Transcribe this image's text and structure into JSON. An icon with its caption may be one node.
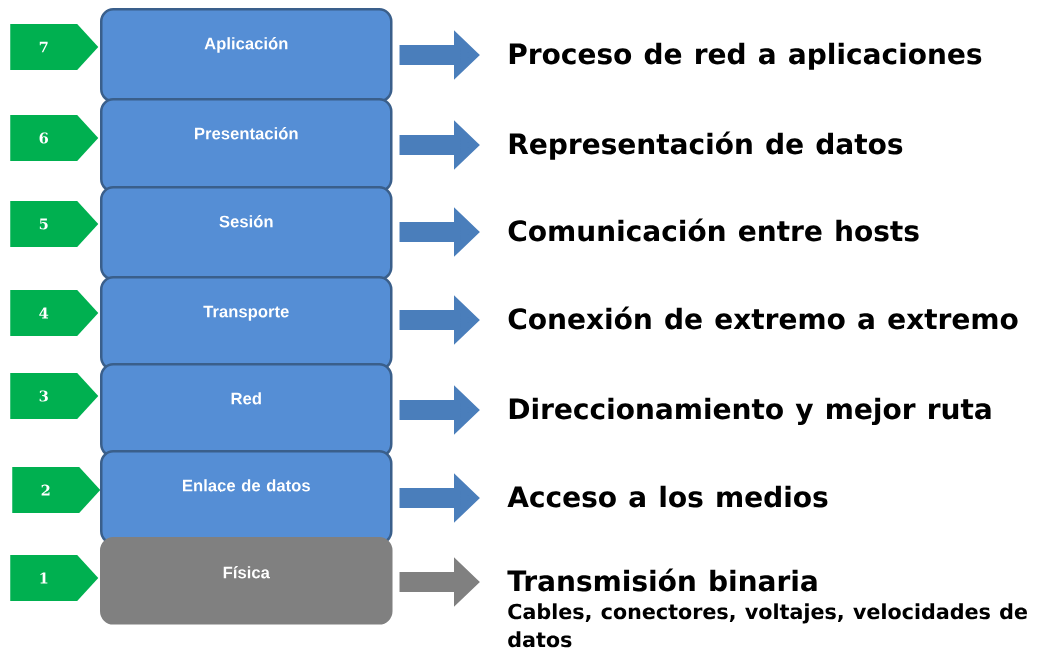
{
  "diagram": {
    "nodes": [
      {
        "text": [
          "7"
        ]
      },
      {
        "text": [
          "Aplicación"
        ]
      },
      {
        "text": [
          "Proceso de red a aplicaciones"
        ]
      },
      {
        "text": [
          "6"
        ]
      },
      {
        "text": [
          "Presentación"
        ]
      },
      {
        "text": [
          "Representación de datos"
        ]
      },
      {
        "text": [
          "5"
        ]
      },
      {
        "text": [
          "Sesión"
        ]
      },
      {
        "text": [
          "Comunicación entre hosts"
        ]
      },
      {
        "text": [
          "4"
        ]
      },
      {
        "text": [
          "Transporte"
        ]
      },
      {
        "text": [
          "Conexión de extremo a extremo"
        ]
      },
      {
        "text": [
          "3"
        ]
      },
      {
        "text": [
          "Red"
        ]
      },
      {
        "text": [
          "Direccionamiento y mejor ruta"
        ]
      },
      {
        "text": [
          "2"
        ]
      },
      {
        "text": [
          "Enlace de datos"
        ]
      },
      {
        "text": [
          "Acceso a los medios"
        ]
      },
      {
        "text": [
          "1"
        ]
      },
      {
        "text": [
          "Física"
        ]
      },
      {
        "text": [
          "Transmisión binaria",
          "Cables, conectores, voltajes, velocidades de datos"
        ]
      }
    ],
    "edges": [
      {
        "from": 1,
        "to": 2,
        "arrow": "to"
      },
      {
        "from": 4,
        "to": 5,
        "arrow": "to"
      },
      {
        "from": 7,
        "to": 8,
        "arrow": "to"
      },
      {
        "from": 10,
        "to": 11,
        "arrow": "to"
      },
      {
        "from": 13,
        "to": 14,
        "arrow": "to"
      },
      {
        "from": 16,
        "to": 17,
        "arrow": "to"
      },
      {
        "from": 19,
        "to": 20,
        "arrow": "to",
        "color": "#808080"
      }
    ]
  }
}
